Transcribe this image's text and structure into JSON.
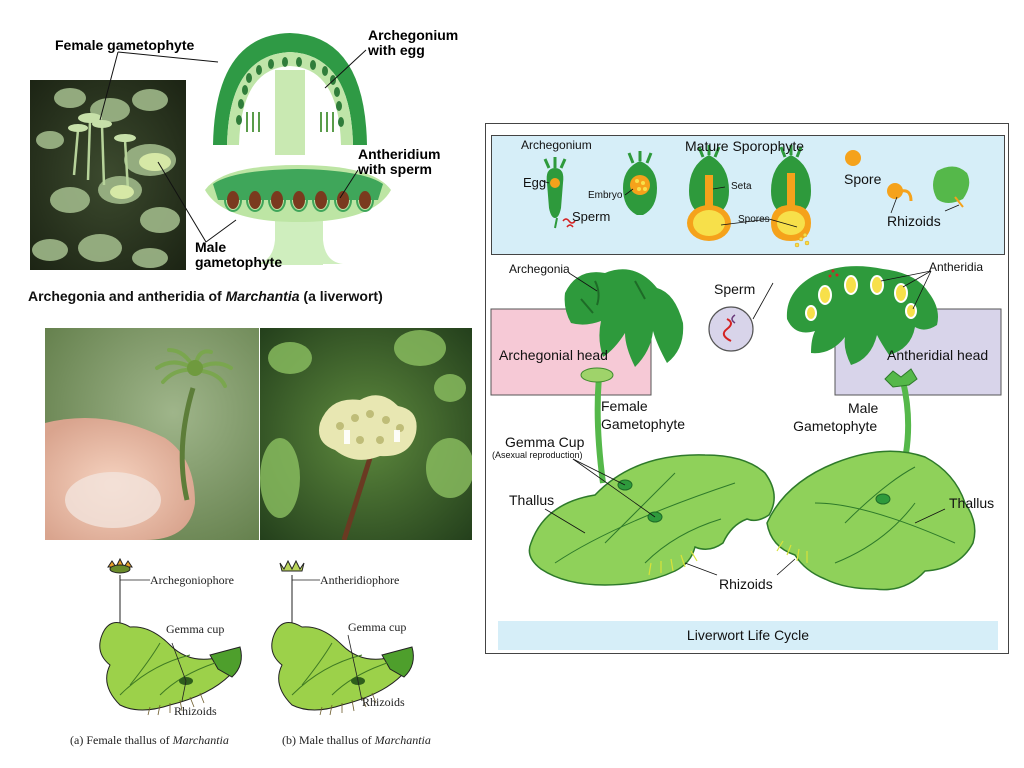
{
  "top_panel": {
    "labels": {
      "female_gametophyte": "Female gametophyte",
      "archegonium_line1": "Archegonium",
      "archegonium_line2": "with egg",
      "antheridium_line1": "Antheridium",
      "antheridium_line2": "with sperm",
      "male_line1": "Male",
      "male_line2": "gametophyte"
    },
    "caption_pre": "Archegonia and antheridia of ",
    "caption_italic": "Marchantia",
    "caption_post": " (a liverwort)"
  },
  "thallus_panel": {
    "female": {
      "archegoniophore": "Archegoniophore",
      "gemma_cup": "Gemma cup",
      "rhizoids": "Rhizoids",
      "caption_pre": "(a) Female thallus of ",
      "caption_italic": "Marchantia"
    },
    "male": {
      "antheridiophore": "Antheridiophore",
      "gemma_cup": "Gemma cup",
      "rhizoids": "Rhizoids",
      "caption_pre": "(b) Male thallus of ",
      "caption_italic": "Marchantia"
    }
  },
  "life_cycle": {
    "title": "Liverwort Life Cycle",
    "top_box": {
      "archegonium": "Archegonium",
      "mature_sporophyte": "Mature Sporophyte",
      "egg": "Egg",
      "embryo": "Embryo",
      "seta": "Seta",
      "sperm": "Sperm",
      "spores": "Spores",
      "spore": "Spore",
      "rhizoids": "Rhizoids"
    },
    "archegonia": "Archegonia",
    "antheridia": "Antheridia",
    "sperm": "Sperm",
    "archegonial_head": "Archegonial head",
    "antheridial_head": "Antheridial head",
    "female_line1": "Female",
    "female_line2": "Gametophyte",
    "male_line1": "Male",
    "male_line2": "Gametophyte",
    "gemma_cup": "Gemma Cup",
    "asexual": "(Asexual reproduction)",
    "thallus_left": "Thallus",
    "thallus_right": "Thallus",
    "rhizoids": "Rhizoids"
  },
  "colors": {
    "leaf_dark": "#2e9a3c",
    "leaf_mid": "#55b84a",
    "leaf_light": "#a8d67a",
    "pink_box": "#f6c9d6",
    "lavender_box": "#d8d4ea",
    "blue_box": "#d6eef8",
    "orange": "#f5a21b",
    "yellow": "#f7e04a"
  }
}
